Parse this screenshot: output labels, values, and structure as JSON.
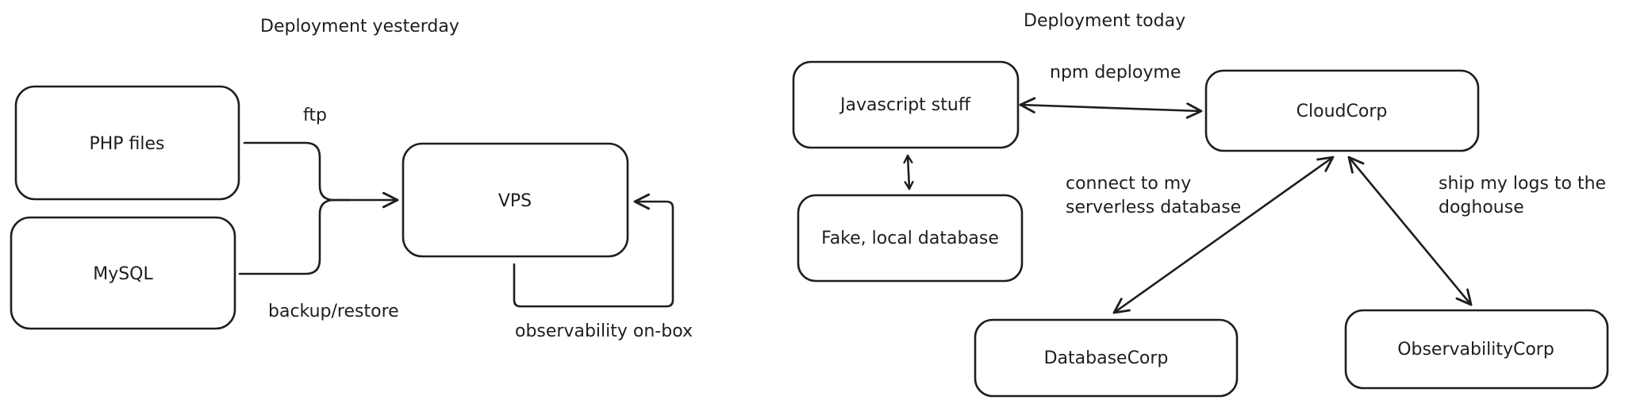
{
  "diagram": {
    "yesterday": {
      "title": "Deployment yesterday",
      "nodes": {
        "php": "PHP files",
        "mysql": "MySQL",
        "vps": "VPS"
      },
      "edges": {
        "ftp": "ftp",
        "backup": "backup/restore",
        "observability": "observability on-box"
      }
    },
    "today": {
      "title": "Deployment today",
      "nodes": {
        "js": "Javascript stuff",
        "fake_db": "Fake, local database",
        "cloudcorp": "CloudCorp",
        "databasecorp": "DatabaseCorp",
        "observabilitycorp": "ObservabilityCorp"
      },
      "edges": {
        "npm": "npm deployme",
        "connect_line1": "connect to my",
        "connect_line2": "serverless database",
        "ship_line1": "ship my logs to the",
        "ship_line2": "doghouse"
      }
    }
  }
}
